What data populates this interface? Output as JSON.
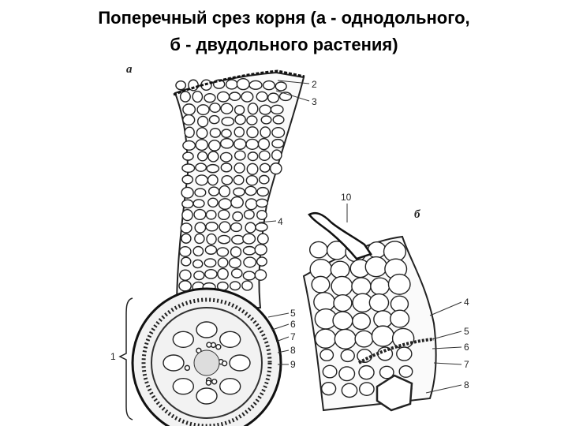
{
  "title": {
    "line1": "Поперечный срез корня (а - однодольного,",
    "line2": "б - двудольного растения)"
  },
  "diagram": {
    "panel_a_letter": "а",
    "panel_b_letter": "б",
    "labels_a": [
      "2",
      "3",
      "4",
      "5",
      "6",
      "7",
      "8",
      "9",
      "1"
    ],
    "labels_b": [
      "10",
      "4",
      "5",
      "6",
      "7",
      "8"
    ]
  }
}
